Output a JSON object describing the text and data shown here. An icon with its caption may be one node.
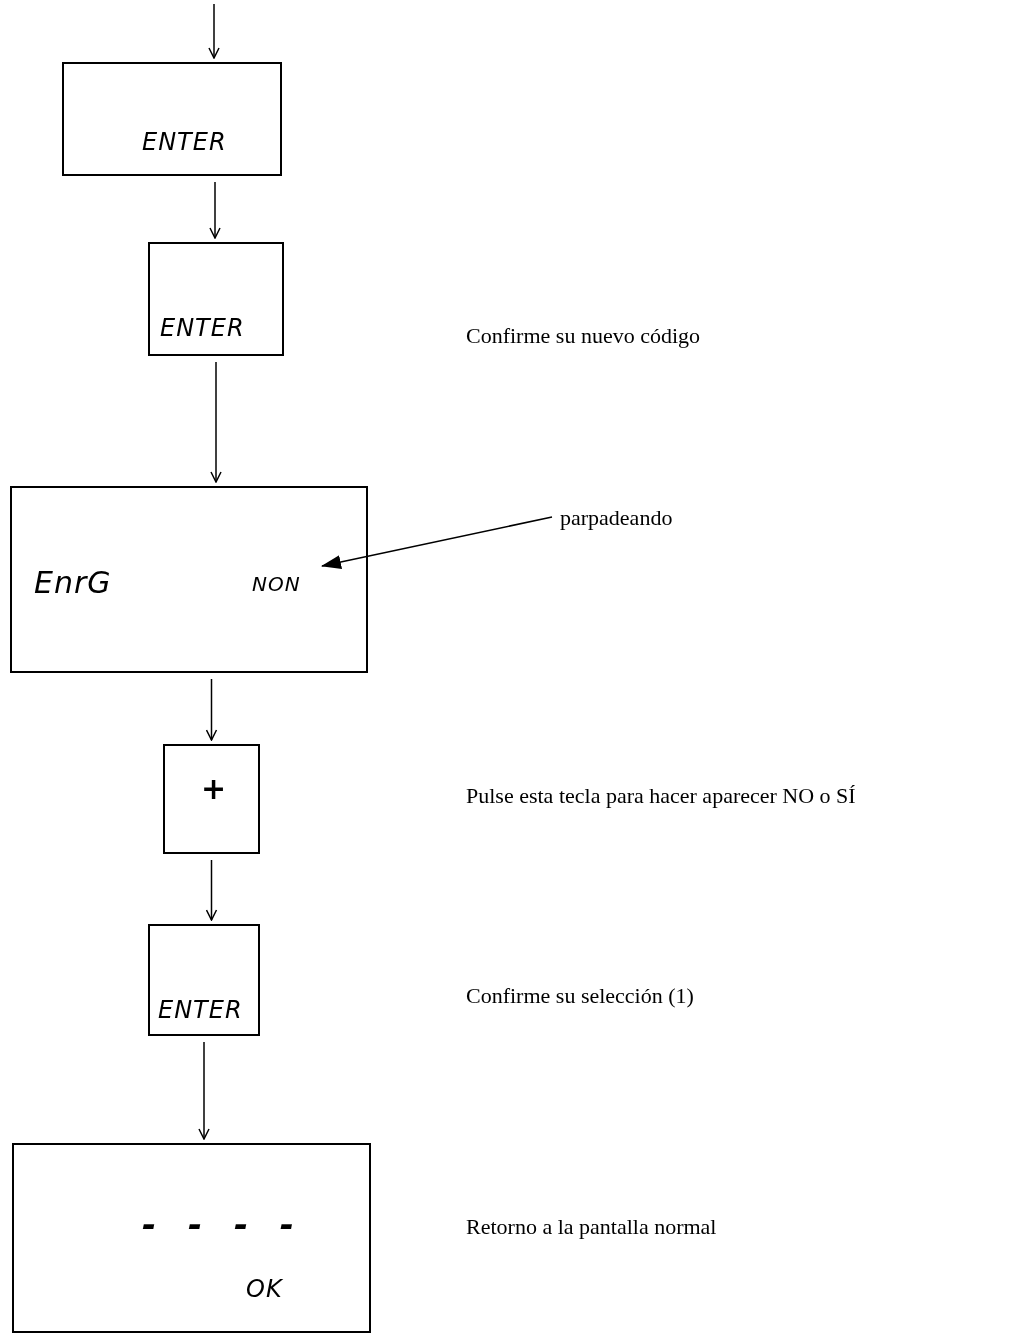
{
  "diagram": {
    "nodes": [
      {
        "text": [
          "ENTER"
        ]
      },
      {
        "text": [
          "ENTER"
        ]
      },
      {
        "text": [
          "EnrG",
          "NON"
        ]
      },
      {
        "text": [
          "+"
        ]
      },
      {
        "text": [
          "ENTER"
        ]
      },
      {
        "text": [
          "- - - -",
          "OK"
        ]
      },
      {
        "text": [
          "parpadeando"
        ]
      }
    ],
    "edges": [
      {
        "from": null,
        "to": 0,
        "arrow": "to"
      },
      {
        "from": 0,
        "to": 1,
        "arrow": "to"
      },
      {
        "from": 1,
        "to": 2,
        "arrow": "to"
      },
      {
        "from": 2,
        "to": 3,
        "arrow": "to"
      },
      {
        "from": 3,
        "to": 4,
        "arrow": "to"
      },
      {
        "from": 4,
        "to": 5,
        "arrow": "to"
      },
      {
        "from": 6,
        "to": 2,
        "arrow": "to"
      }
    ],
    "labels": [
      "Confirme su nuevo código",
      "Pulse esta tecla para hacer aparecer NO o SÍ",
      "Confirme su selección (1)",
      "Retorno a la pantalla normal"
    ]
  }
}
